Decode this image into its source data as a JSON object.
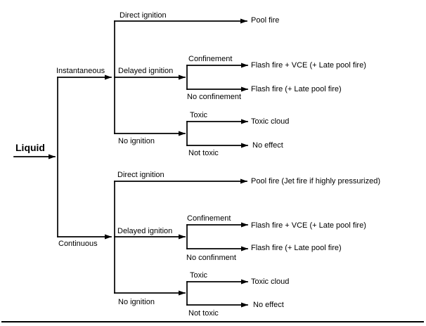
{
  "tree": {
    "root": "Liquid",
    "top": {
      "branch": "Instantaneous",
      "direct": "Direct ignition",
      "direct_outcome": "Pool fire",
      "delayed": "Delayed ignition",
      "confinement": "Confinement",
      "confinement_outcome": "Flash fire + VCE (+ Late pool fire)",
      "no_confinement": "No confinement",
      "no_confinement_outcome": "Flash fire (+ Late pool fire)",
      "no_ignition": "No ignition",
      "toxic": "Toxic",
      "toxic_outcome": "Toxic cloud",
      "not_toxic": "Not toxic",
      "not_toxic_outcome": "No effect"
    },
    "bottom": {
      "branch": "Continuous",
      "direct": "Direct ignition",
      "direct_outcome": "Pool fire (Jet fire if highly pressurized)",
      "delayed": "Delayed ignition",
      "confinement": "Confinement",
      "confinement_outcome": "Flash fire + VCE (+ Late pool fire)",
      "no_confinement": "No confinment",
      "no_confinement_outcome": "Flash fire (+ Late pool fire)",
      "no_ignition": "No ignition",
      "toxic": "Toxic",
      "toxic_outcome": "Toxic cloud",
      "not_toxic": "Not toxic",
      "not_toxic_outcome": "No effect"
    },
    "colors": {
      "line": "#000000",
      "background": "#ffffff"
    }
  }
}
